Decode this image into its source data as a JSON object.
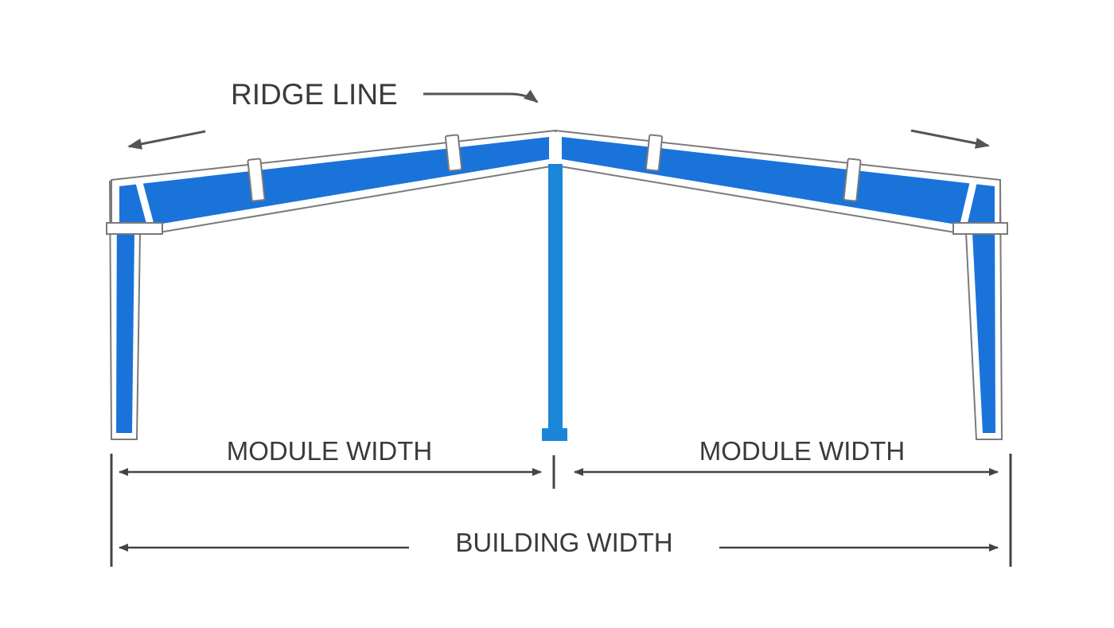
{
  "labels": {
    "ridge_line": "RIDGE LINE",
    "module_width_left": "MODULE WIDTH",
    "module_width_right": "MODULE WIDTH",
    "building_width": "BUILDING WIDTH"
  },
  "colors": {
    "steel": "#1a73d9",
    "column": "#1b86d8",
    "outline": "#7a7a7a",
    "dimension": "#444444",
    "background": "#ffffff"
  }
}
